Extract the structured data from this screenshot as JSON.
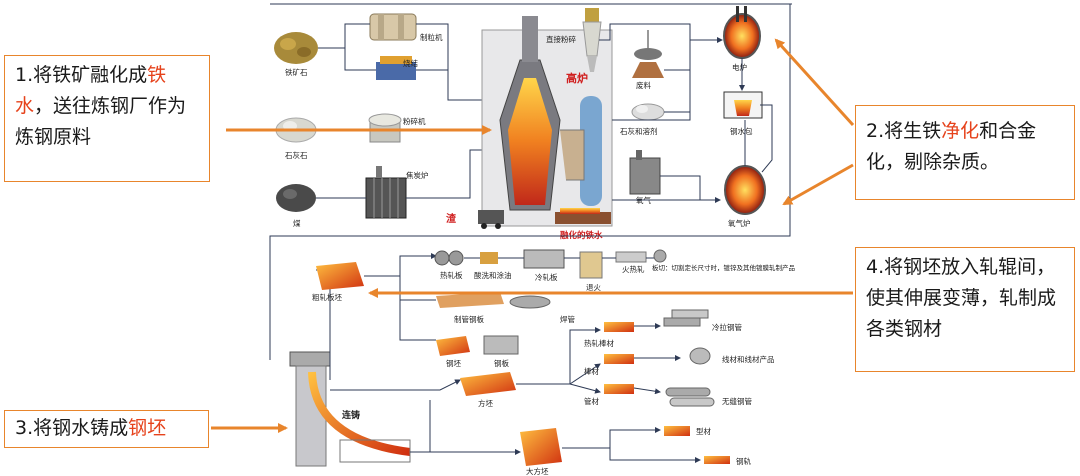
{
  "callouts": {
    "c1": {
      "pre": "1.将铁矿融化成",
      "hl1": "铁",
      "hl2": "水",
      "post": "，送往炼钢厂作为炼钢原料"
    },
    "c2": {
      "pre": "2.将生铁",
      "hl": "净化",
      "post": "和合金化，剔除杂质。"
    },
    "c3": {
      "pre": "3.将钢水铸成",
      "hl": "钢坯"
    },
    "c4": {
      "text": "4.将钢坯放入轧辊间，使其伸展变薄，轧制成各类钢材"
    }
  },
  "labels": {
    "iron_ore": "铁矿石",
    "pellet": "制粒机",
    "sinter": "烧结",
    "limestone": "石灰石",
    "crusher": "粉碎机",
    "coal": "煤",
    "coke_oven": "焦炭炉",
    "blast_furnace": "高炉",
    "slag": "渣",
    "molten_iron": "融化的铁水",
    "direct_coal": "直接粉碎",
    "scrap": "废料",
    "lime_flux": "石灰和溶剂",
    "oxygen": "氧气",
    "eaf": "电炉",
    "ladle": "钢水包",
    "bof": "氧气炉",
    "rough_plate": "粗轧板坯",
    "hot_sheet": "热轧板",
    "pickling": "酸洗和涂油",
    "cold_sheet": "冷轧板",
    "annealing": "退火",
    "fire_rolling": "火热轧",
    "sheet_products": "板切：切割定长尺寸时，镀锌及其他镀膜轧制产品",
    "pipe_sheet": "制管钢板",
    "weld_pipe": "焊管",
    "slab": "钢坯",
    "plate": "钢板",
    "hot_bar": "热轧棒材",
    "cold_pipe": "冷拉钢管",
    "bar": "棒材",
    "wire_products": "线材和线材产品",
    "pipe_material": "管材",
    "seamless": "无缝钢管",
    "billet": "方坯",
    "caster": "连铸",
    "bloom": "大方坯",
    "section": "型材",
    "rail": "钢轨"
  },
  "colors": {
    "accent_orange": "#e8852c",
    "highlight_red": "#e6421b",
    "flow_line": "#2e3a55",
    "molten": "#f0a030"
  }
}
